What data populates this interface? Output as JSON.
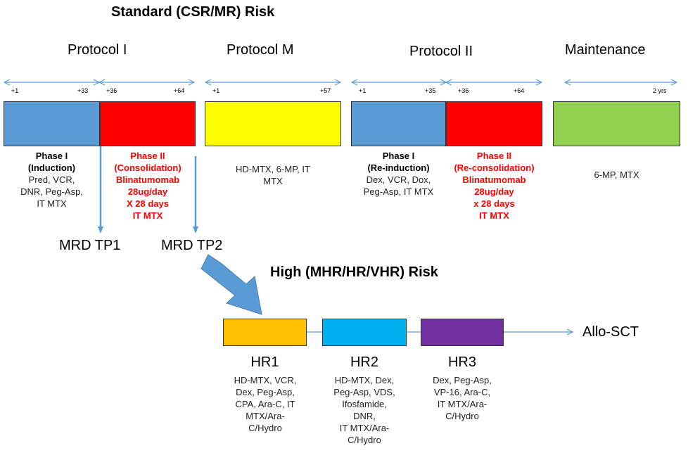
{
  "standard_title": "Standard (CSR/MR) Risk",
  "high_title": "High (MHR/HR/VHR) Risk",
  "protocols": [
    {
      "name": "Protocol I"
    },
    {
      "name": "Protocol M"
    },
    {
      "name": "Protocol II"
    },
    {
      "name": "Maintenance"
    }
  ],
  "days": {
    "p1_start": "+1",
    "p1_mid": "+33",
    "p1_mid2": "+36",
    "p1_end": "+64",
    "pm_start": "+1",
    "pm_end": "+57",
    "p2_start": "+1",
    "p2_mid": "+35",
    "p2_mid2": "+36",
    "p2_end": "+64",
    "maint_end": "2 yrs"
  },
  "colors": {
    "blue": "#5b9bd5",
    "red": "#ff0000",
    "yellow": "#ffff00",
    "green": "#92d050",
    "orange": "#ffc000",
    "cyan": "#00b0f0",
    "purple": "#7030a0",
    "arrow": "#5b9bd5"
  },
  "phases": {
    "p1_induction": {
      "title1": "Phase I",
      "title2": "(Induction)",
      "lines": [
        "Pred, VCR,",
        "DNR, Peg-Asp,",
        "IT MTX"
      ]
    },
    "p1_consolidation": {
      "lines": [
        "Phase II",
        "(Consolidation)",
        "Blinatumomab",
        "28ug/day",
        "X 28 days",
        "IT MTX"
      ]
    },
    "pm": {
      "lines": [
        "HD-MTX, 6-MP, IT",
        "MTX"
      ]
    },
    "p2_reinduction": {
      "title1": "Phase I",
      "title2": "(Re-induction)",
      "lines": [
        "Dex, VCR, Dox,",
        "Peg-Asp, IT MTX"
      ]
    },
    "p2_reconsolidation": {
      "lines": [
        "Phase II",
        "(Re-consolidation)",
        "Blinatumomab",
        "28ug/day",
        "x 28 days",
        "IT MTX"
      ]
    },
    "maintenance": {
      "lines": [
        "6-MP, MTX"
      ]
    }
  },
  "mrd": {
    "tp1": "MRD TP1",
    "tp2": "MRD TP2"
  },
  "hr_blocks": [
    {
      "name": "HR1",
      "lines": [
        "HD-MTX, VCR,",
        "Dex, Peg-Asp,",
        "CPA, Ara-C, IT",
        "MTX/Ara-",
        "C/Hydro"
      ]
    },
    {
      "name": "HR2",
      "lines": [
        "HD-MTX, Dex,",
        "Peg-Asp, VDS,",
        "Ifosfamide,",
        "DNR,",
        "IT MTX/Ara-",
        "C/Hydro"
      ]
    },
    {
      "name": "HR3",
      "lines": [
        "Dex, Peg-Asp,",
        "VP-16, Ara-C,",
        "IT MTX/Ara-",
        "C/Hydro"
      ]
    }
  ],
  "allo_sct": "Allo-SCT"
}
